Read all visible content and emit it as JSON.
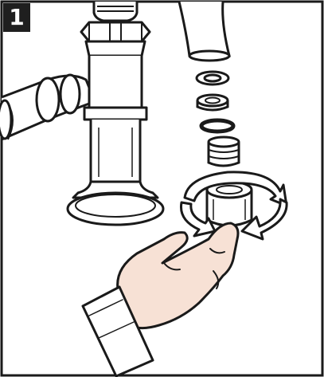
{
  "step": {
    "number": "1"
  },
  "colors": {
    "stroke": "#1a1a1a",
    "metal_fill": "#ffffff",
    "hand_fill": "#f7e1d5",
    "badge_bg": "#1f1f1f",
    "arrow_fill": "#ffffff"
  },
  "icons": [
    "faucet-illustration",
    "aerator-parts-exploded",
    "rotate-arrow-icon",
    "hand-icon"
  ]
}
